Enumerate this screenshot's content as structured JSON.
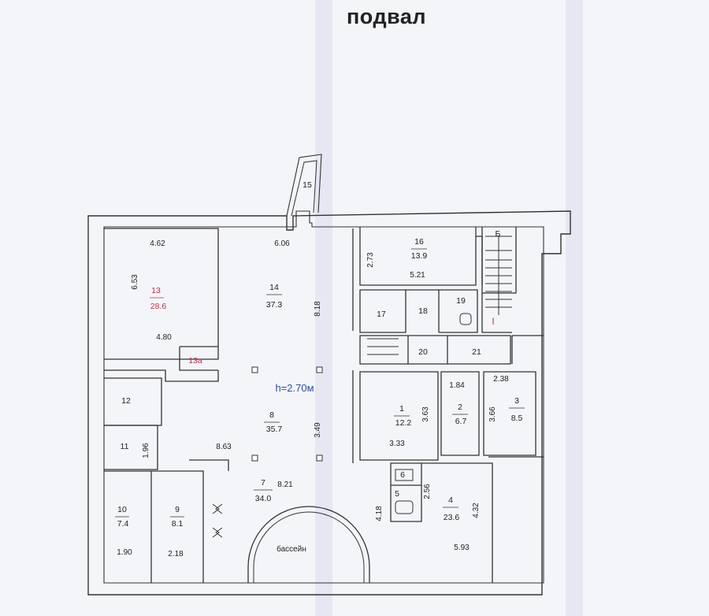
{
  "title": "подвал",
  "height_label": "h=2.70м",
  "pool_label": "бассейн",
  "stair_label": "Б",
  "stair_mark": "I",
  "rooms": [
    {
      "id": "room-13",
      "number": "13",
      "area": "28.6"
    },
    {
      "id": "room-13a",
      "number": "13а",
      "area": ""
    },
    {
      "id": "room-14",
      "number": "14",
      "area": "37.3"
    },
    {
      "id": "room-15",
      "number": "15",
      "area": ""
    },
    {
      "id": "room-16",
      "number": "16",
      "area": "13.9"
    },
    {
      "id": "room-17",
      "number": "17",
      "area": ""
    },
    {
      "id": "room-18",
      "number": "18",
      "area": ""
    },
    {
      "id": "room-19",
      "number": "19",
      "area": ""
    },
    {
      "id": "room-20",
      "number": "20",
      "area": ""
    },
    {
      "id": "room-21",
      "number": "21",
      "area": ""
    },
    {
      "id": "room-12",
      "number": "12",
      "area": ""
    },
    {
      "id": "room-11",
      "number": "11",
      "area": ""
    },
    {
      "id": "room-8",
      "number": "8",
      "area": "35.7"
    },
    {
      "id": "room-7",
      "number": "7",
      "area": "34.0"
    },
    {
      "id": "room-10",
      "number": "10",
      "area": "7.4"
    },
    {
      "id": "room-9",
      "number": "9",
      "area": "8.1"
    },
    {
      "id": "room-1",
      "number": "1",
      "area": "12.2"
    },
    {
      "id": "room-2",
      "number": "2",
      "area": "6.7"
    },
    {
      "id": "room-3",
      "number": "3",
      "area": "8.5"
    },
    {
      "id": "room-4",
      "number": "4",
      "area": "23.6"
    },
    {
      "id": "room-5",
      "number": "5",
      "area": ""
    },
    {
      "id": "room-6",
      "number": "6",
      "area": ""
    }
  ],
  "dimensions": [
    "4.62",
    "6.53",
    "4.80",
    "6.06",
    "8.18",
    "2.73",
    "5.21",
    "1.84",
    "2.38",
    "3.66",
    "3.63",
    "3.33",
    "3.49",
    "8.63",
    "8.21",
    "1.96",
    "1.90",
    "2.18",
    "4.18",
    "2.56",
    "4.32",
    "5.93"
  ]
}
